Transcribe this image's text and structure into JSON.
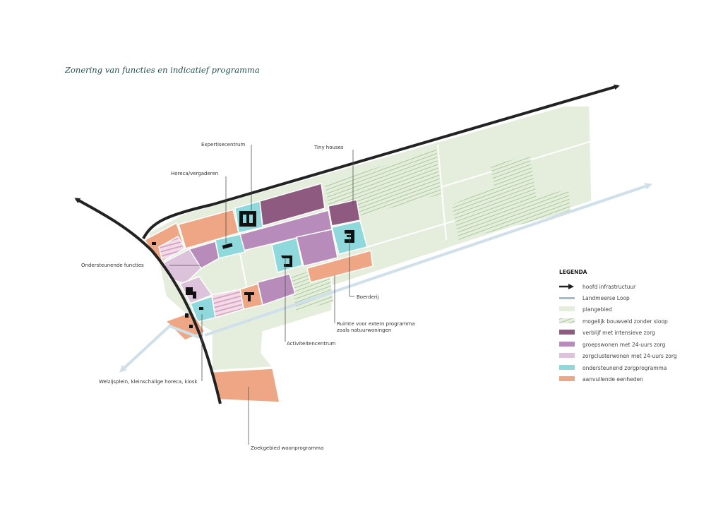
{
  "title": "Zonering van functies en indicatief programma",
  "labels": {
    "expertisecentrum": "Expertisecentrum",
    "tiny_houses": "Tiny houses",
    "horeca": "Horeca/vergaderen",
    "ondersteunende": "Ondersteunende functies",
    "boerderij": "Boerderij",
    "ruimte_1": "Ruimte voor extern programma",
    "ruimte_2": "zoals natuurwoningen",
    "activiteitencentrum": "Activiteitencentrum",
    "welzijnsplein": "Welzijsplein, kleinschalige horeca, kiosk",
    "zoekgebied": "Zoekgebied woonprogramma"
  },
  "legend": {
    "title": "LEGENDA",
    "items": [
      {
        "label": "hoofd infrastructuur",
        "color": "#222222"
      },
      {
        "label": "Landmeerse Loop",
        "color": "#9fbfcf"
      },
      {
        "label": "plangebied",
        "color": "#e5eedd"
      },
      {
        "label": "mogelijk bouwveld zonder sloop",
        "color": "#b9d4a8"
      },
      {
        "label": "verblijf met intensieve zorg",
        "color": "#8e5a80"
      },
      {
        "label": "groepswonen met 24-uurs zorg",
        "color": "#b88cba"
      },
      {
        "label": "zorgclusterwonen met 24-uurs zorg",
        "color": "#dcc2da"
      },
      {
        "label": "ondersteunend zorgprogramma",
        "color": "#8fd9dd"
      },
      {
        "label": "aanvullende eenheden",
        "color": "#eea684"
      }
    ]
  }
}
